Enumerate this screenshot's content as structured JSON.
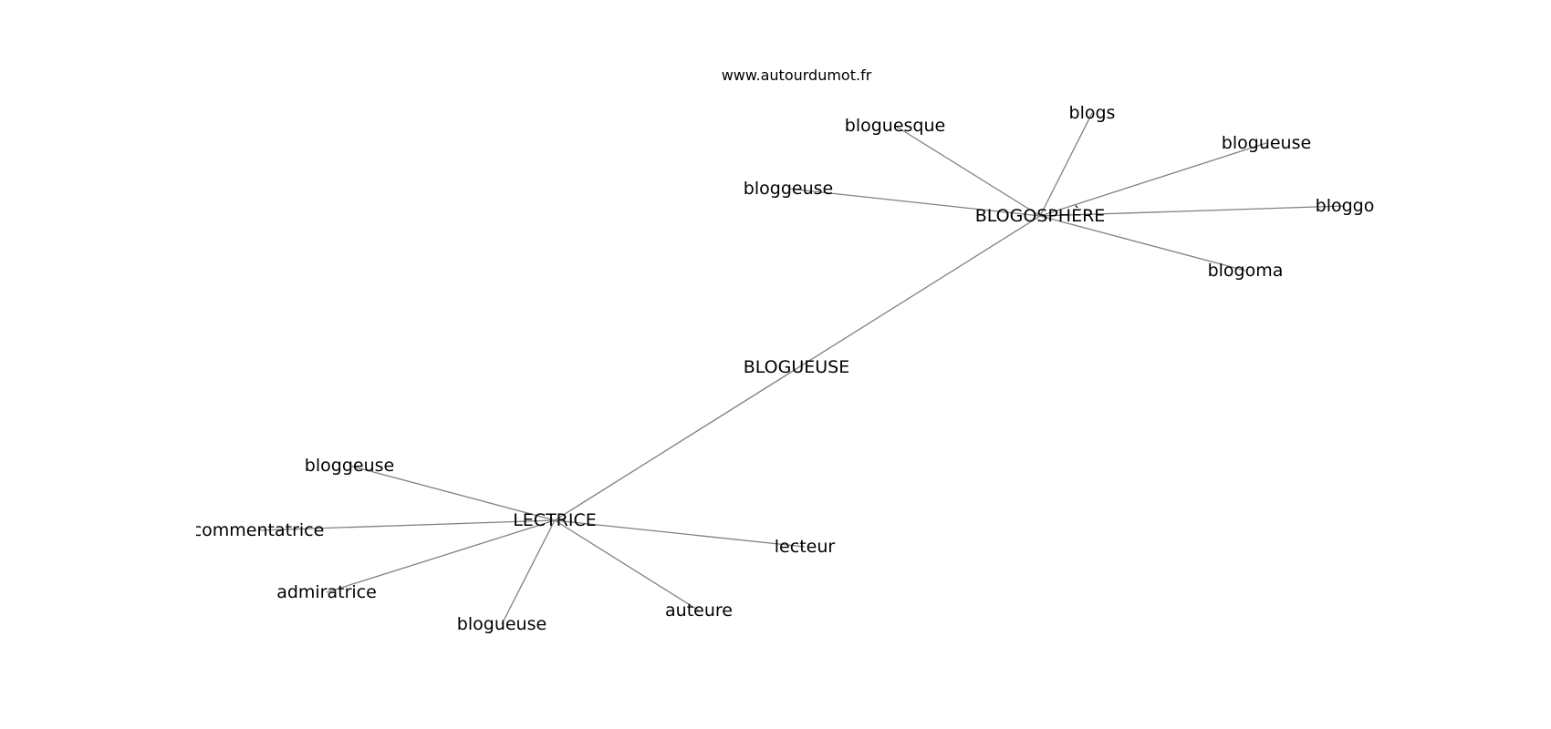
{
  "graph": {
    "site_label": "www.autourdumot.fr",
    "nodes": [
      {
        "id": "blogueuse_center",
        "label": "BLOGUEUSE"
      },
      {
        "id": "blogosphere",
        "label": "BLOGOSPHÈRE"
      },
      {
        "id": "lectrice",
        "label": "LECTRICE"
      },
      {
        "id": "bloguesque",
        "label": "bloguesque"
      },
      {
        "id": "blogs",
        "label": "blogs"
      },
      {
        "id": "blogueuse_top",
        "label": "blogueuse"
      },
      {
        "id": "bloggeuse_top",
        "label": "bloggeuse"
      },
      {
        "id": "bloggo",
        "label": "bloggo"
      },
      {
        "id": "blogoma",
        "label": "blogoma"
      },
      {
        "id": "bloggeuse_bottom",
        "label": "bloggeuse"
      },
      {
        "id": "commentatrice",
        "label": "commentatrice"
      },
      {
        "id": "admiratrice",
        "label": "admiratrice"
      },
      {
        "id": "blogueuse_bottom",
        "label": "blogueuse"
      },
      {
        "id": "auteure",
        "label": "auteure"
      },
      {
        "id": "lecteur",
        "label": "lecteur"
      }
    ],
    "edges": [
      [
        "lectrice",
        "blogosphere"
      ],
      [
        "blogosphere",
        "bloguesque"
      ],
      [
        "blogosphere",
        "blogs"
      ],
      [
        "blogosphere",
        "blogueuse_top"
      ],
      [
        "blogosphere",
        "bloggeuse_top"
      ],
      [
        "blogosphere",
        "bloggo"
      ],
      [
        "blogosphere",
        "blogoma"
      ],
      [
        "lectrice",
        "bloggeuse_bottom"
      ],
      [
        "lectrice",
        "commentatrice"
      ],
      [
        "lectrice",
        "admiratrice"
      ],
      [
        "lectrice",
        "blogueuse_bottom"
      ],
      [
        "lectrice",
        "auteure"
      ],
      [
        "lectrice",
        "lecteur"
      ]
    ]
  }
}
